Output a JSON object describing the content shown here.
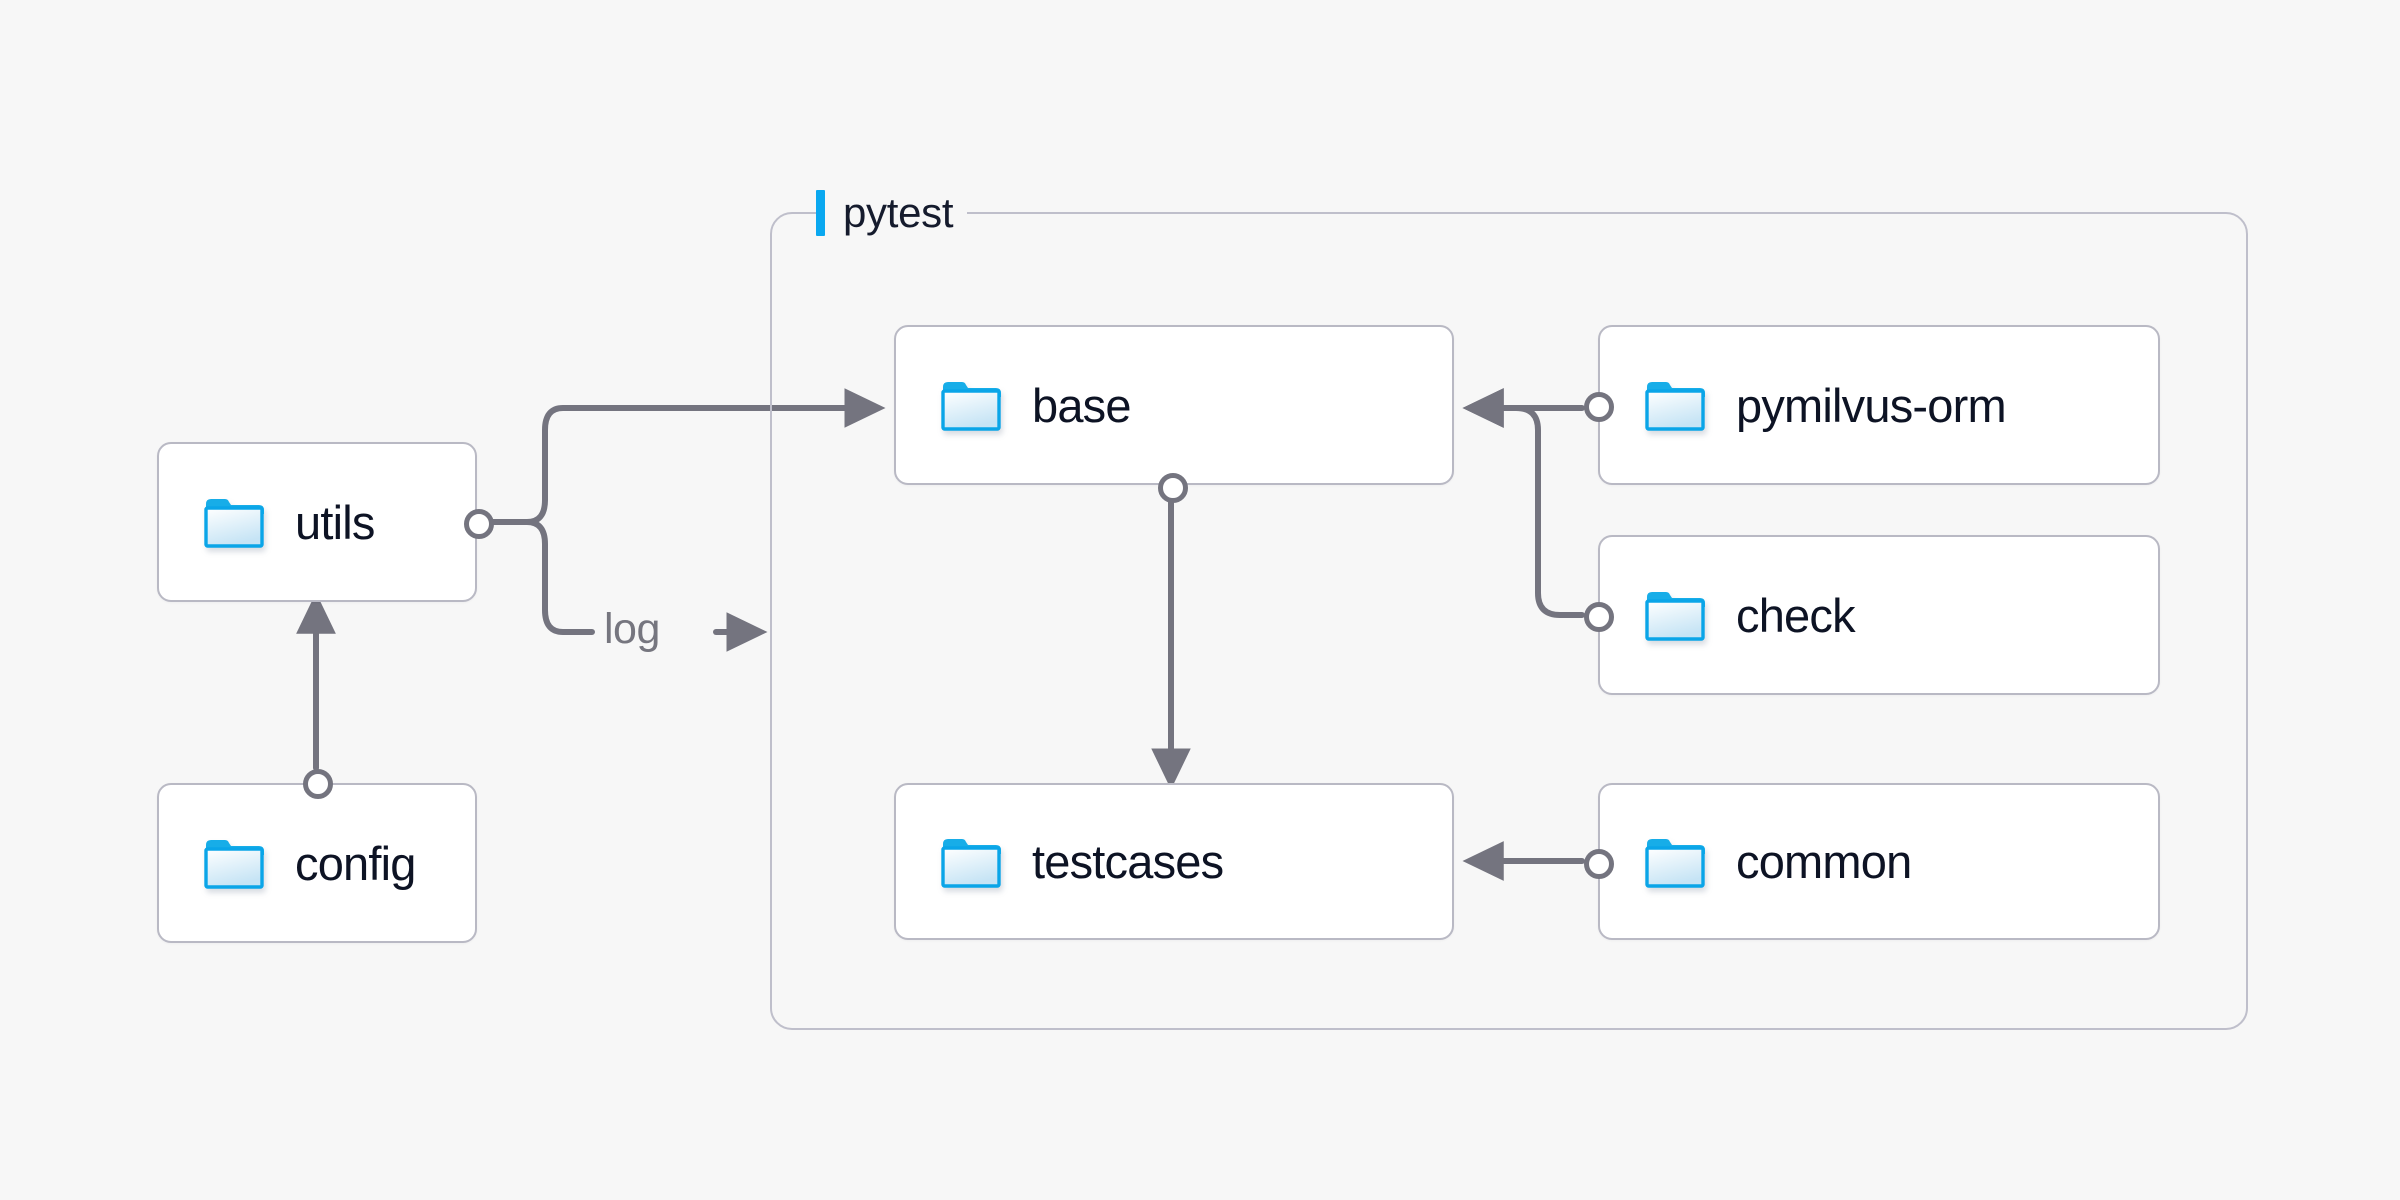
{
  "background_color": "#f7f7f7",
  "accent_color": "#0aa8f0",
  "edge_color": "#74747f",
  "node_border_color": "#b9b9c4",
  "node_text_color": "#0d1324",
  "group": {
    "label": "pytest",
    "accent_bar_color": "#0aa8f0",
    "border_color": "#bfbfcb"
  },
  "nodes": [
    {
      "id": "utils",
      "label": "utils",
      "icon": "folder-icon"
    },
    {
      "id": "config",
      "label": "config",
      "icon": "folder-icon"
    },
    {
      "id": "base",
      "label": "base",
      "icon": "folder-icon"
    },
    {
      "id": "testcases",
      "label": "testcases",
      "icon": "folder-icon"
    },
    {
      "id": "pymilvus-orm",
      "label": "pymilvus-orm",
      "icon": "folder-icon"
    },
    {
      "id": "check",
      "label": "check",
      "icon": "folder-icon"
    },
    {
      "id": "common",
      "label": "common",
      "icon": "folder-icon"
    }
  ],
  "edges": [
    {
      "from": "utils",
      "to": "base",
      "label": ""
    },
    {
      "from": "utils",
      "to": "pytest",
      "label": "log"
    },
    {
      "from": "config",
      "to": "utils",
      "label": ""
    },
    {
      "from": "base",
      "to": "testcases",
      "label": ""
    },
    {
      "from": "pymilvus-orm",
      "to": "base",
      "label": ""
    },
    {
      "from": "check",
      "to": "base",
      "label": ""
    },
    {
      "from": "common",
      "to": "testcases",
      "label": ""
    }
  ],
  "edge_labels": {
    "log": "log",
    "log_arrow": "→"
  }
}
